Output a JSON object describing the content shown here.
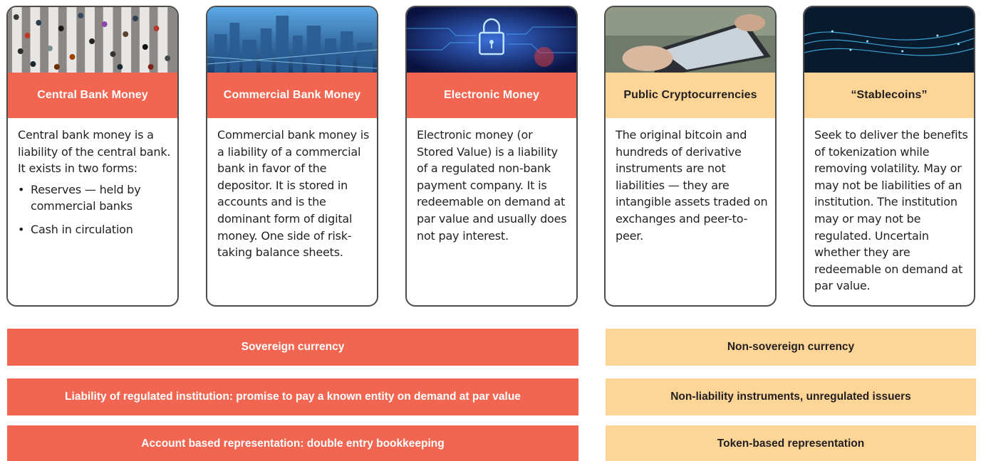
{
  "cards": [
    {
      "title": "Central Bank Money",
      "image": "crowd-crosswalk-photo",
      "text": "Central bank money is a liability of the central bank. It exists in two forms:",
      "bullets": [
        "Reserves — held by commercial banks",
        "Cash in circulation"
      ]
    },
    {
      "title": "Commercial Bank Money",
      "image": "city-skyline-photo",
      "text": "Commercial bank money is a liability of a commercial bank in favor of the depositor. It is stored in accounts and is the dominant form of digital money. One side of risk-taking balance sheets."
    },
    {
      "title": "Electronic Money",
      "image": "digital-lock-photo",
      "text": "Electronic money (or Stored Value) is a liability of a regulated non-bank payment company. It is redeemable on demand at par value and usually does not pay interest."
    },
    {
      "title": "Public Cryptocurrencies",
      "image": "hand-tablet-photo",
      "text": "The original bitcoin and hundreds of derivative instruments are not liabilities — they are intangible assets traded on exchanges and peer-to-peer."
    },
    {
      "title": "“Stablecoins”",
      "image": "digital-network-photo",
      "text": "Seek to deliver the benefits of tokenization while removing volatility. May or may not be liabilities of an institution. The institution may or may not be regulated. Uncertain whether they are redeemable on demand at par value."
    }
  ],
  "bars": {
    "sovereign": [
      "Sovereign currency",
      "Liability of regulated institution: promise to pay a known entity on demand at par value",
      "Account based representation: double entry bookkeeping"
    ],
    "non_sovereign": [
      "Non-sovereign currency",
      "Non-liability instruments, unregulated issuers",
      "Token-based representation"
    ]
  },
  "colors": {
    "red": "#f26651",
    "peach": "#fdd597",
    "border": "#4d4d4d",
    "text": "#231f20"
  }
}
